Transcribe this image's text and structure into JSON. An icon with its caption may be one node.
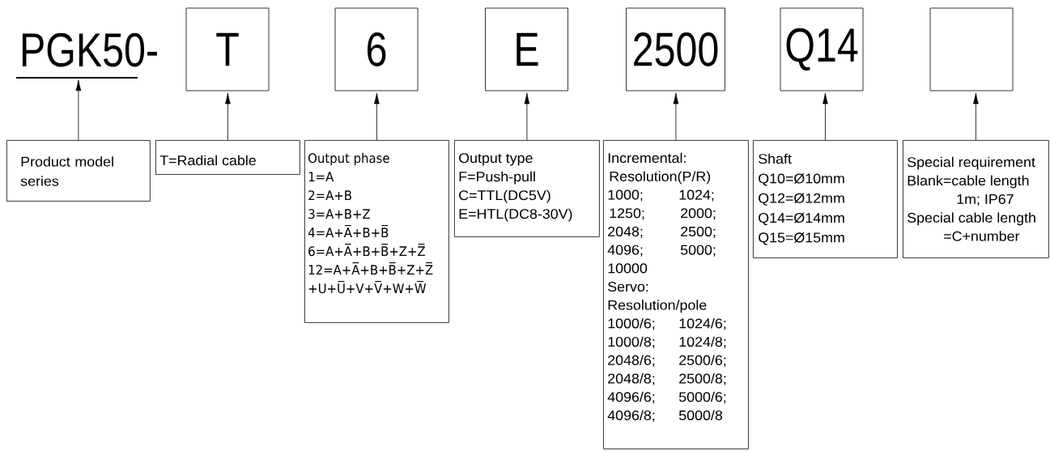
{
  "diagram": {
    "nodes": [
      {
        "text": [
          "PGK50-"
        ]
      },
      {
        "text": [
          "T"
        ]
      },
      {
        "text": [
          "6"
        ]
      },
      {
        "text": [
          "E"
        ]
      },
      {
        "text": [
          "2500"
        ]
      },
      {
        "text": [
          "Q14"
        ]
      },
      {
        "text": [],
        "shape": "box"
      },
      {
        "text": [
          "Product model series"
        ]
      },
      {
        "text": [
          "T=Radial cable"
        ]
      },
      {
        "text": [
          "Output phase",
          "1=A",
          "2=A+B",
          "3=A+B+Z",
          "4=A+A̅+B+B̅",
          "6=A+A̅+B+B̅+Z+Z̅",
          "12=A+A̅+B+B̅+Z+Z̅",
          "+U+U̅+V+V̅+W+W̅"
        ]
      },
      {
        "text": [
          "Output type",
          "F=Push-pull",
          "C=TTL(DC5V)",
          "E=HTL(DC8-30V)"
        ]
      },
      {
        "text": [
          "Incremental:",
          "Resolution(P/R)",
          "1000;",
          "1024;",
          "1250;",
          "2000;",
          "2048;",
          "2500;",
          "4096;",
          "5000;",
          "10000",
          "Servo:",
          "Resolution/pole",
          "1000/6;",
          "1024/6;",
          "1000/8;",
          "1024/8;",
          "2048/6;",
          "2500/6;",
          "2048/8;",
          "2500/8;",
          "4096/6;",
          "5000/6;",
          "4096/8;",
          "5000/8"
        ]
      },
      {
        "text": [
          "Shaft",
          "Q10=Ø10mm",
          "Q12=Ø12mm",
          "Q14=Ø14mm",
          "Q15=Ø15mm"
        ]
      },
      {
        "text": [
          "Special requirement",
          "Blank=cable length",
          "1m; IP67",
          "Special cable length",
          "=C+number"
        ]
      }
    ],
    "edges": [
      {
        "from": 7,
        "to": 0,
        "arrow": "to"
      },
      {
        "from": 8,
        "to": 1,
        "arrow": "to"
      },
      {
        "from": 9,
        "to": 2,
        "arrow": "to"
      },
      {
        "from": 10,
        "to": 3,
        "arrow": "to"
      },
      {
        "from": 11,
        "to": 4,
        "arrow": "to"
      },
      {
        "from": 12,
        "to": 5,
        "arrow": "to"
      },
      {
        "from": 13,
        "to": 6,
        "arrow": "to"
      }
    ]
  }
}
